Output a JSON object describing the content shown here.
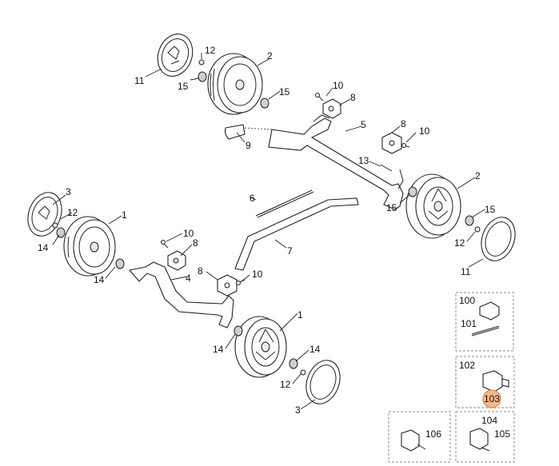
{
  "diagram": {
    "callouts": {
      "c1a": "1",
      "c1b": "1",
      "c2a": "2",
      "c2b": "2",
      "c3a": "3",
      "c3b": "3",
      "c4": "4",
      "c5": "5",
      "c6": "6",
      "c7": "7",
      "c8a": "8",
      "c8b": "8",
      "c8c": "8",
      "c8d": "8",
      "c9": "9",
      "c10a": "10",
      "c10b": "10",
      "c10c": "10",
      "c10d": "10",
      "c11a": "11",
      "c11b": "11",
      "c12a": "12",
      "c12b": "12",
      "c12c": "12",
      "c12d": "12",
      "c13": "13",
      "c14a": "14",
      "c14b": "14",
      "c14c": "14",
      "c14d": "14",
      "c15a": "15",
      "c15b": "15",
      "c15c": "15",
      "c15d": "15",
      "c100": "100",
      "c101": "101",
      "c102": "102",
      "c103": "103",
      "c104": "104",
      "c105": "105",
      "c106": "106"
    },
    "highlight_color": "#f5b98a",
    "highlight_stroke": "#e8893f"
  }
}
